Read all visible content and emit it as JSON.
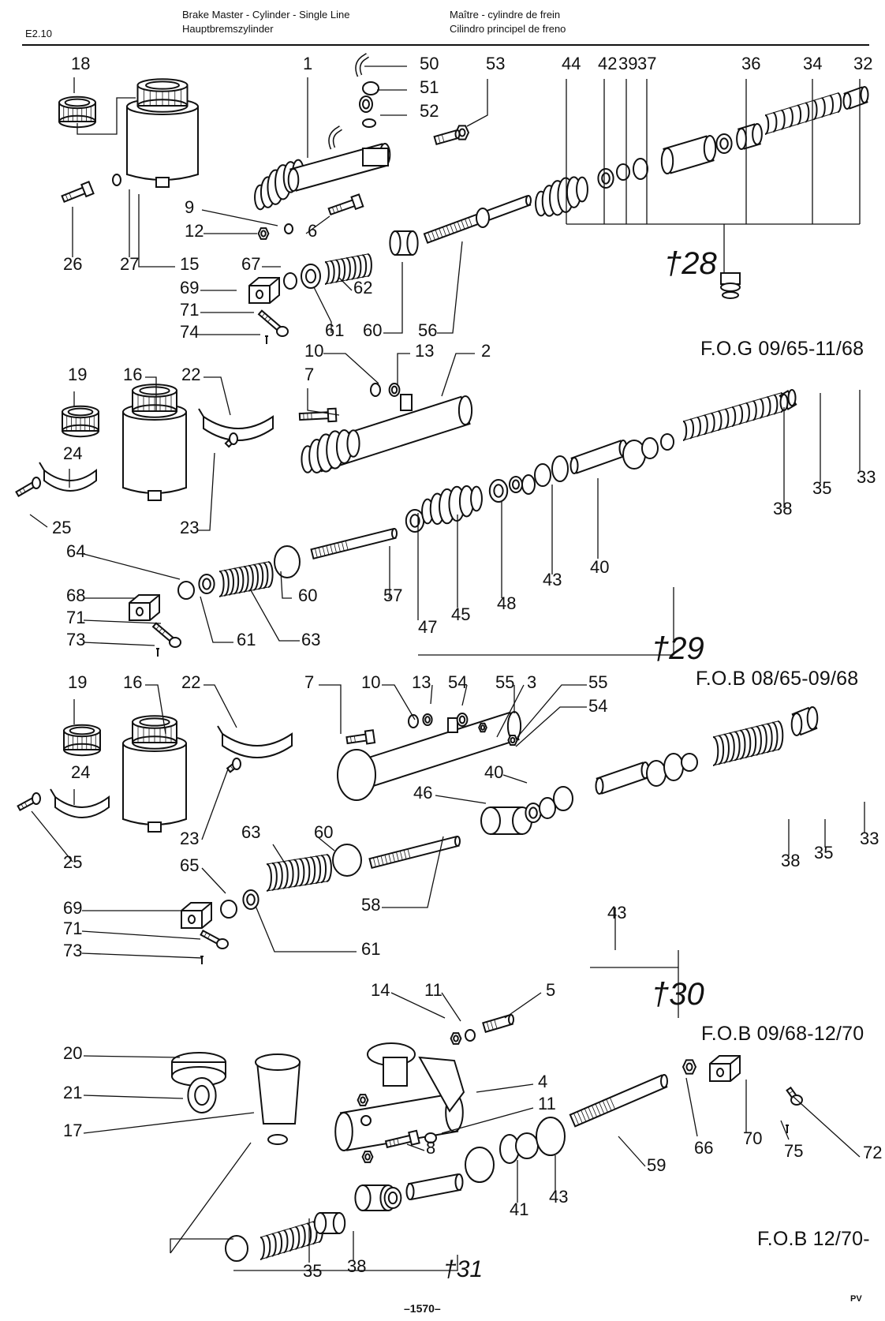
{
  "header": {
    "code": "E2.10",
    "title_en": "Brake Master - Cylinder - Single Line",
    "title_de": "Hauptbremszylinder",
    "title_fr": "Maître - cylindre de frein",
    "title_es": "Cilindro principel de freno"
  },
  "sections": [
    {
      "label": "F.O.G 09/65-11/68",
      "group": "28"
    },
    {
      "label": "F.O.B 08/65-09/68",
      "group": "29"
    },
    {
      "label": "F.O.B 09/68-12/70",
      "group": "30"
    },
    {
      "label": "F.O.B 12/70-",
      "group": "31"
    }
  ],
  "group_symbol": "†",
  "footer": {
    "page": "–1570–",
    "mark": "PV"
  },
  "callouts": [
    "18",
    "1",
    "50",
    "51",
    "52",
    "53",
    "44",
    "42",
    "39",
    "37",
    "36",
    "34",
    "32",
    "9",
    "12",
    "6",
    "26",
    "27",
    "15",
    "67",
    "69",
    "71",
    "74",
    "62",
    "61",
    "60",
    "56",
    "19",
    "16",
    "22",
    "10",
    "13",
    "2",
    "7",
    "24",
    "25",
    "23",
    "64",
    "68",
    "71",
    "73",
    "61",
    "63",
    "60",
    "57",
    "47",
    "45",
    "48",
    "43",
    "40",
    "38",
    "35",
    "33",
    "19",
    "16",
    "22",
    "7",
    "10",
    "13",
    "54",
    "55",
    "3",
    "55",
    "54",
    "24",
    "25",
    "23",
    "63",
    "60",
    "65",
    "69",
    "71",
    "73",
    "61",
    "58",
    "40",
    "46",
    "43",
    "38",
    "35",
    "33",
    "14",
    "11",
    "5",
    "20",
    "21",
    "17",
    "4",
    "11",
    "8",
    "66",
    "70",
    "75",
    "72",
    "59",
    "35",
    "38",
    "41",
    "43"
  ]
}
